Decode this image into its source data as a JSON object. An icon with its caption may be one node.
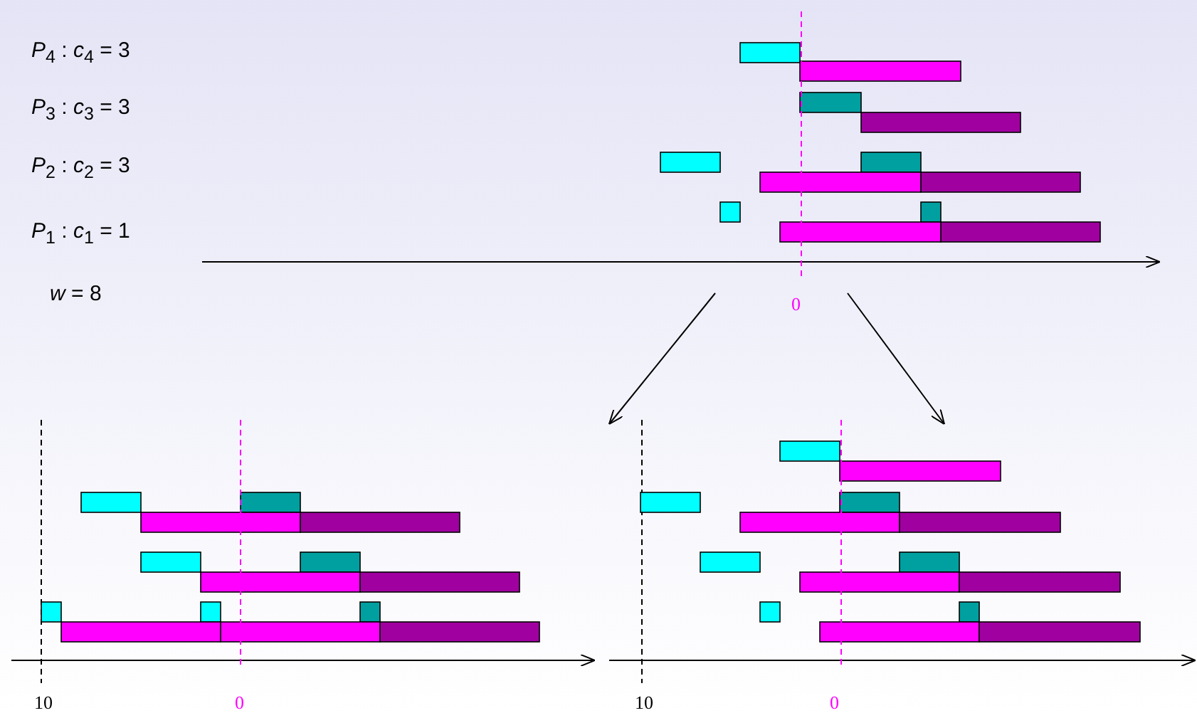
{
  "diagram": {
    "nodes": [
      {
        "text": [],
        "shape": "picture"
      },
      {
        "text": [],
        "shape": "picture"
      },
      {
        "text": [],
        "shape": "picture"
      }
    ],
    "edges": [
      {
        "from": 0,
        "to": 1,
        "arrow": "to"
      },
      {
        "from": 0,
        "to": 2,
        "arrow": "to"
      }
    ],
    "labels": [
      "*P*$_{4}$ : *c*$_{4}$ = 3",
      "*P*$_{3}$ : *c*$_{3}$ = 3",
      "*P*$_{2}$ : *c*$_{2}$ = 3",
      "*P*$_{1}$ : *c*$_{1}$ = 1",
      "*w* = 8",
      "0",
      "10",
      "0",
      "10",
      "0"
    ]
  }
}
